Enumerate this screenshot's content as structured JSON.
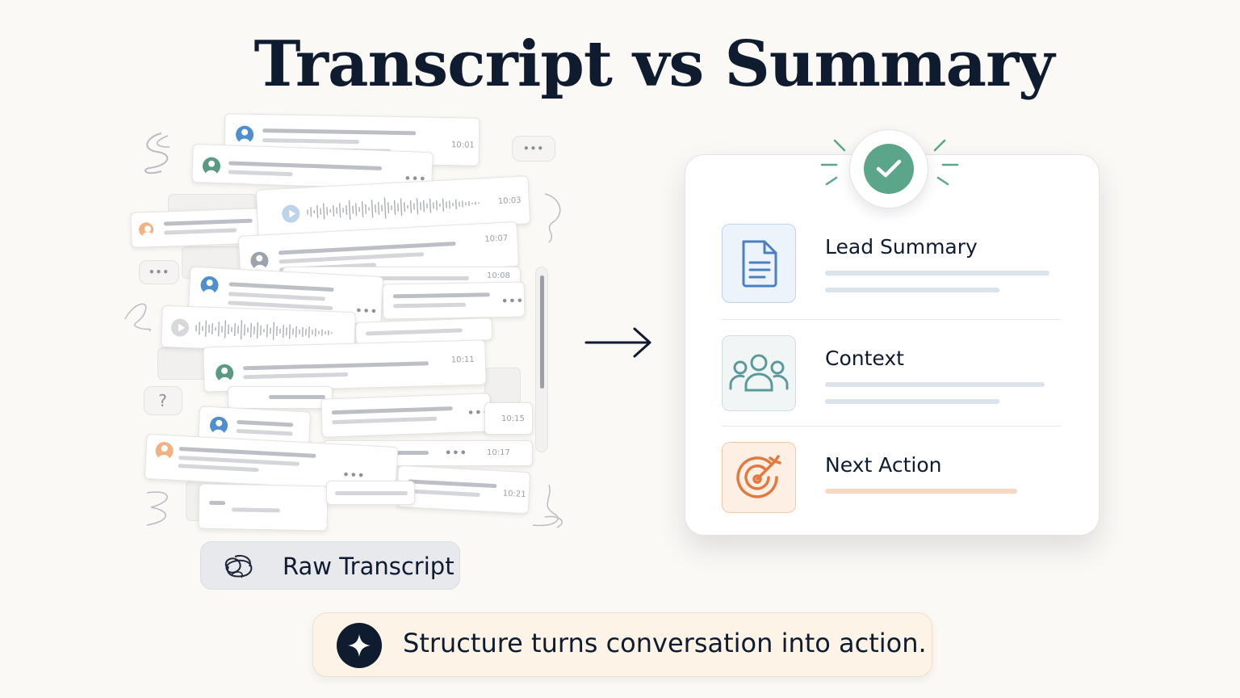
{
  "title": "Transcript vs Summary",
  "transcript": {
    "timestamps": [
      "10:01",
      "10:03",
      "10:07",
      "10:08",
      "10:11",
      "10:15",
      "10:17",
      "10:21"
    ],
    "question_mark": "?",
    "raw_label": "Raw Transcript"
  },
  "summary": {
    "sections": [
      {
        "label": "Lead Summary",
        "icon": "document-icon",
        "accent": "#4a7fc1"
      },
      {
        "label": "Context",
        "icon": "people-icon",
        "accent": "#5a9a98"
      },
      {
        "label": "Next Action",
        "icon": "target-icon",
        "accent": "#e27a3f"
      }
    ],
    "check_color": "#5ba68a"
  },
  "tagline": "Structure turns conversation into action."
}
